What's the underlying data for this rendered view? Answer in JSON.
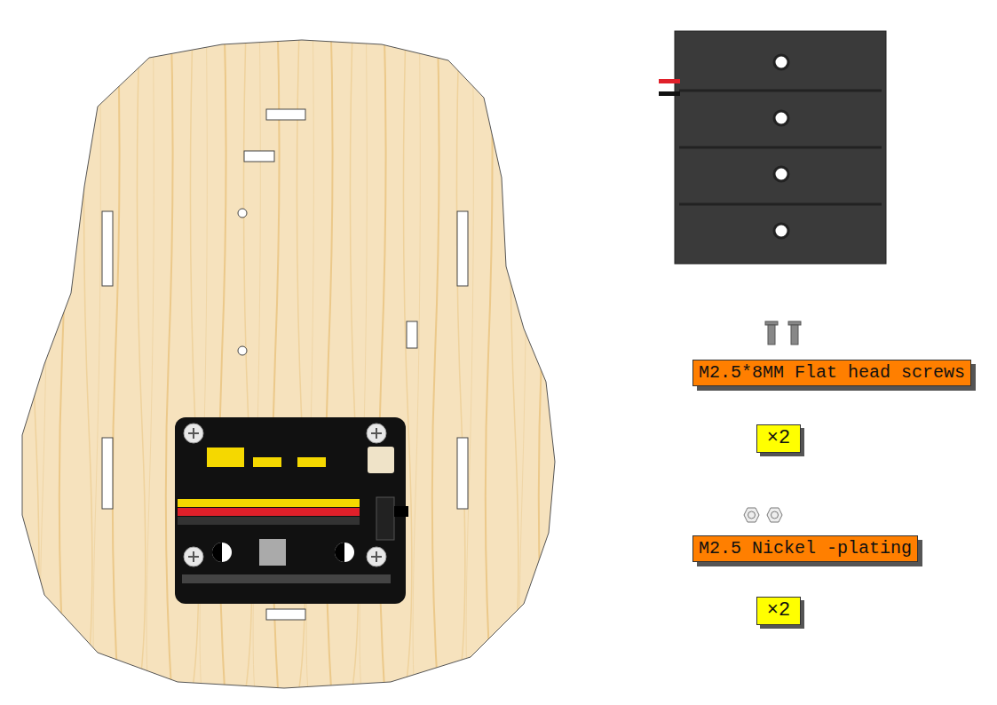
{
  "diagram": {
    "nodes": [
      {
        "text": [
          "M2.5*8MM Flat head screws"
        ]
      },
      {
        "text": [
          "×2"
        ]
      },
      {
        "text": [
          "M2.5 Nickel -plating"
        ]
      },
      {
        "text": [
          "×2"
        ]
      }
    ]
  }
}
